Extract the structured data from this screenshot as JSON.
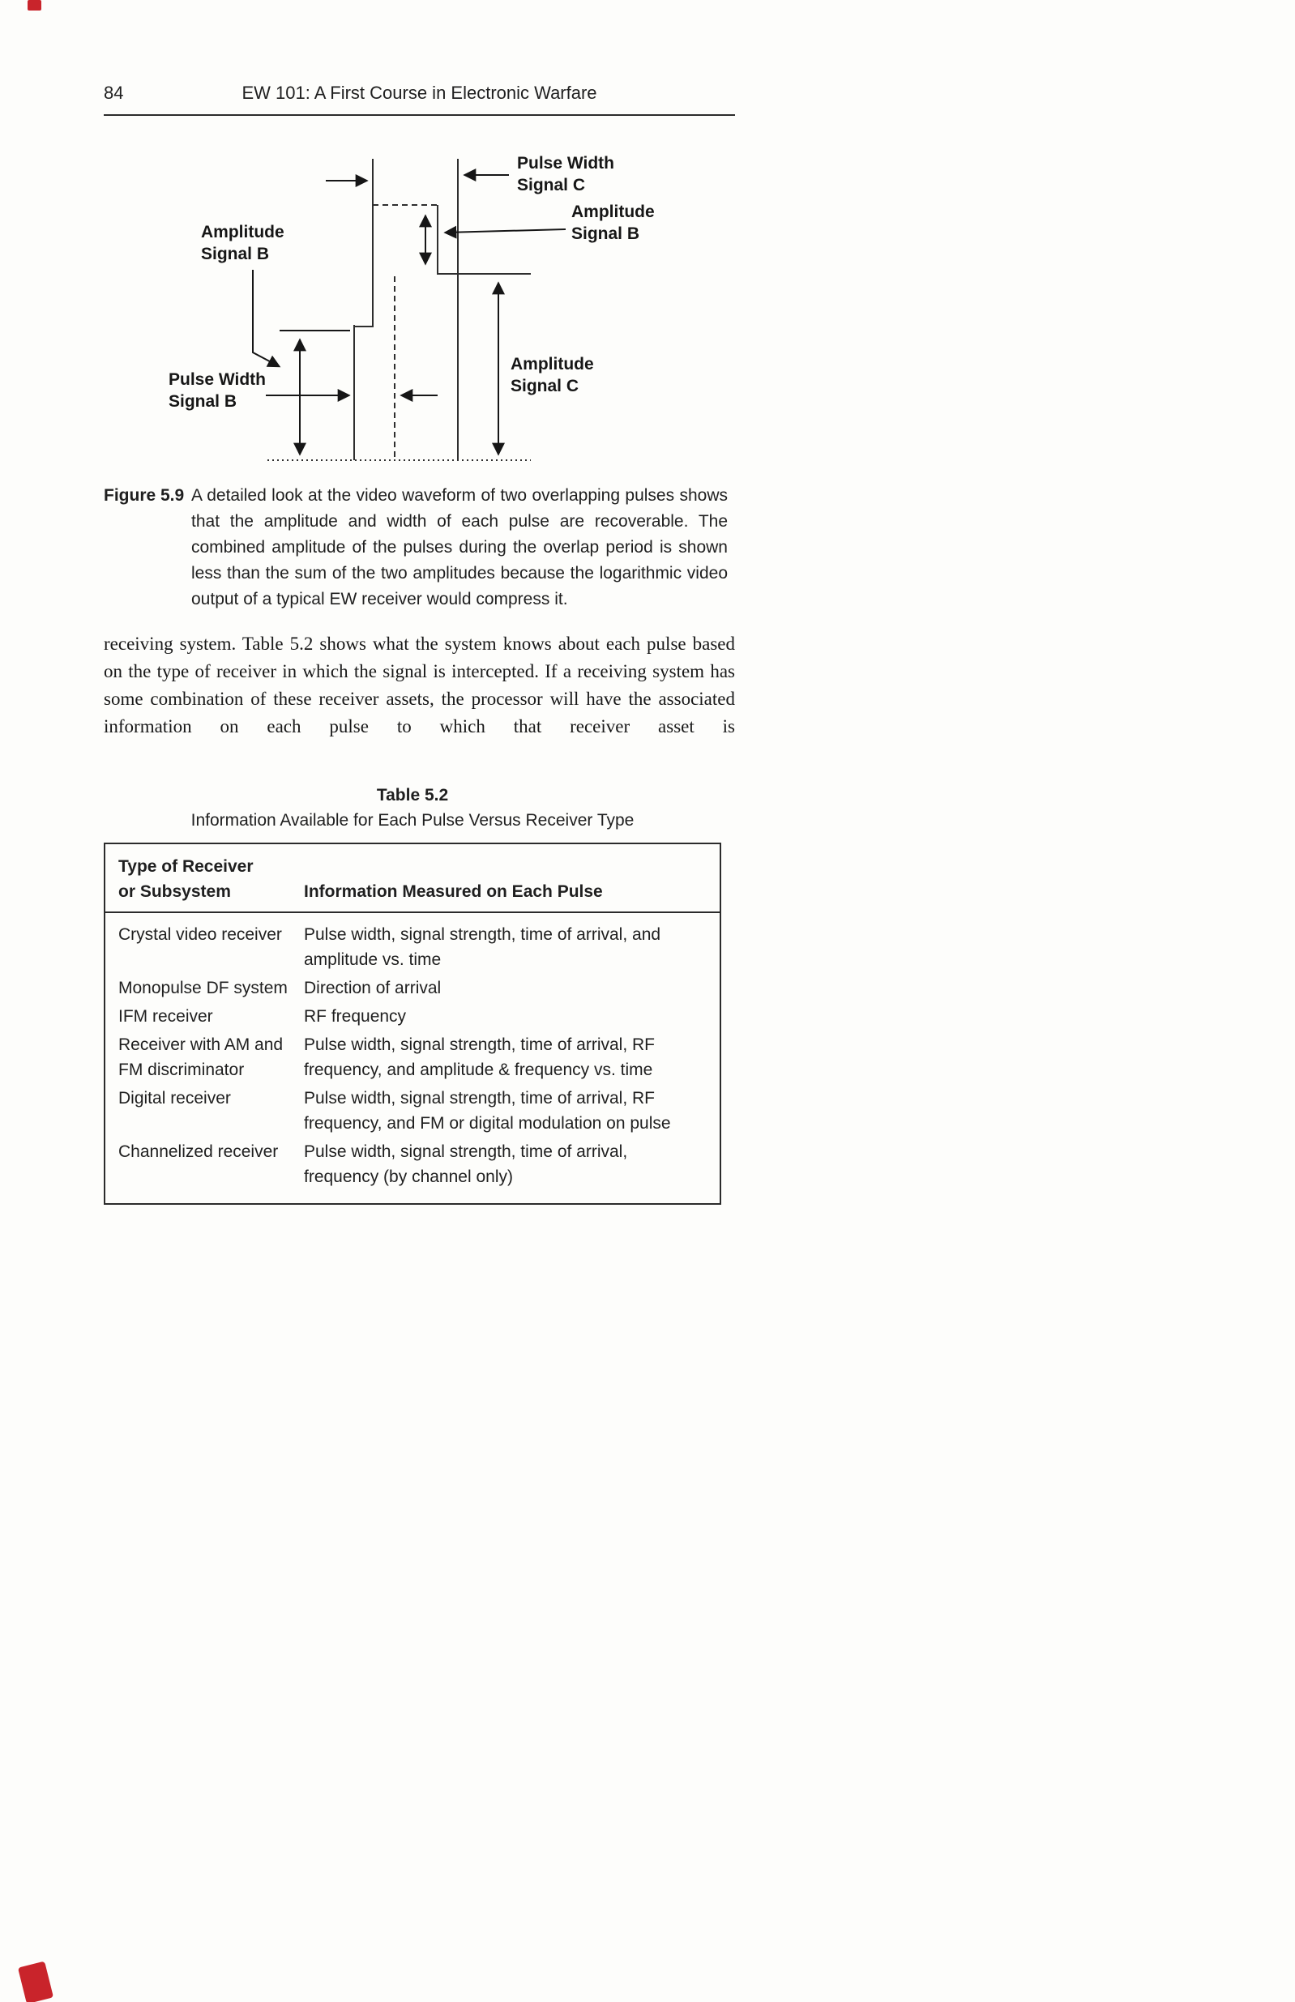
{
  "colors": {
    "ink": "#1a1a1a",
    "paper": "#fdfdfb",
    "scan_mark": "#c9242b"
  },
  "page": {
    "number": "84",
    "running_title": "EW 101: A First Course in Electronic Warfare"
  },
  "figure": {
    "labels": {
      "pulse_width_c_line1": "Pulse Width",
      "pulse_width_c_line2": "Signal C",
      "amplitude_b_left_line1": "Amplitude",
      "amplitude_b_left_line2": "Signal B",
      "amplitude_b_right_line1": "Amplitude",
      "amplitude_b_right_line2": "Signal B",
      "pulse_width_b_line1": "Pulse Width",
      "pulse_width_b_line2": "Signal B",
      "amplitude_c_line1": "Amplitude",
      "amplitude_c_line2": "Signal C"
    },
    "caption_label": "Figure 5.9",
    "caption_text": "A detailed look at the video waveform of two overlapping pulses shows that the amplitude and width of each pulse are recoverable. The combined amplitude of the pulses during the overlap period is shown less than the sum of the two amplitudes because the logarithmic video output of a typical EW receiver would compress it."
  },
  "body": {
    "paragraph": "receiving system. Table 5.2 shows what the system knows about each pulse based on the type of receiver in which the signal is intercepted. If a receiving system has some combination of these receiver assets, the processor will have the associated information on each pulse to which that receiver asset is"
  },
  "table": {
    "title": "Table 5.2",
    "subtitle": "Information Available for Each Pulse Versus Receiver Type",
    "col1_header_line1": "Type of Receiver",
    "col1_header_line2": "or Subsystem",
    "col2_header": "Information Measured on Each Pulse",
    "rows": [
      {
        "receiver": "Crystal video receiver",
        "info": "Pulse width, signal strength, time of arrival, and amplitude vs. time"
      },
      {
        "receiver": "Monopulse DF system",
        "info": "Direction of arrival"
      },
      {
        "receiver": "IFM receiver",
        "info": "RF frequency"
      },
      {
        "receiver": "Receiver with AM and FM discriminator",
        "info": "Pulse width, signal strength, time of arrival, RF frequency, and amplitude & frequency vs. time"
      },
      {
        "receiver": "Digital receiver",
        "info": "Pulse width, signal strength, time of arrival, RF frequency, and FM or digital modulation on pulse"
      },
      {
        "receiver": "Channelized receiver",
        "info": "Pulse width, signal strength, time of arrival, frequency (by channel only)"
      }
    ]
  }
}
